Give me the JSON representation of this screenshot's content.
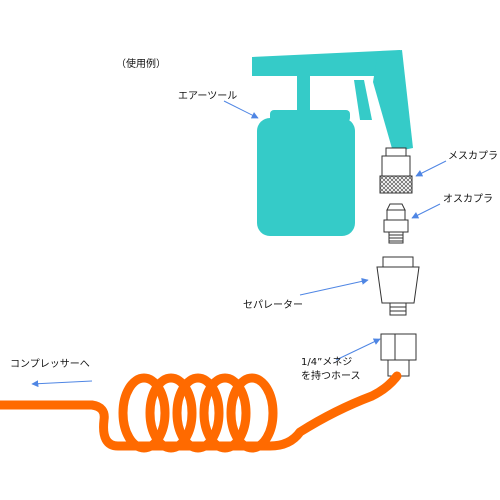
{
  "labels": {
    "usage_example": "（使用例）",
    "air_tool": "エアーツール",
    "female_coupler": "メスカプラ",
    "male_coupler": "オスカプラ",
    "separator": "セパレーター",
    "hose_line1": "1/4”メネジ",
    "hose_line2": "を持つホース",
    "to_compressor": "コンプレッサーへ"
  },
  "colors": {
    "tool": "#35cbc8",
    "hose": "#ff6a00",
    "arrow": "#4f86e4",
    "outline": "#333333"
  }
}
